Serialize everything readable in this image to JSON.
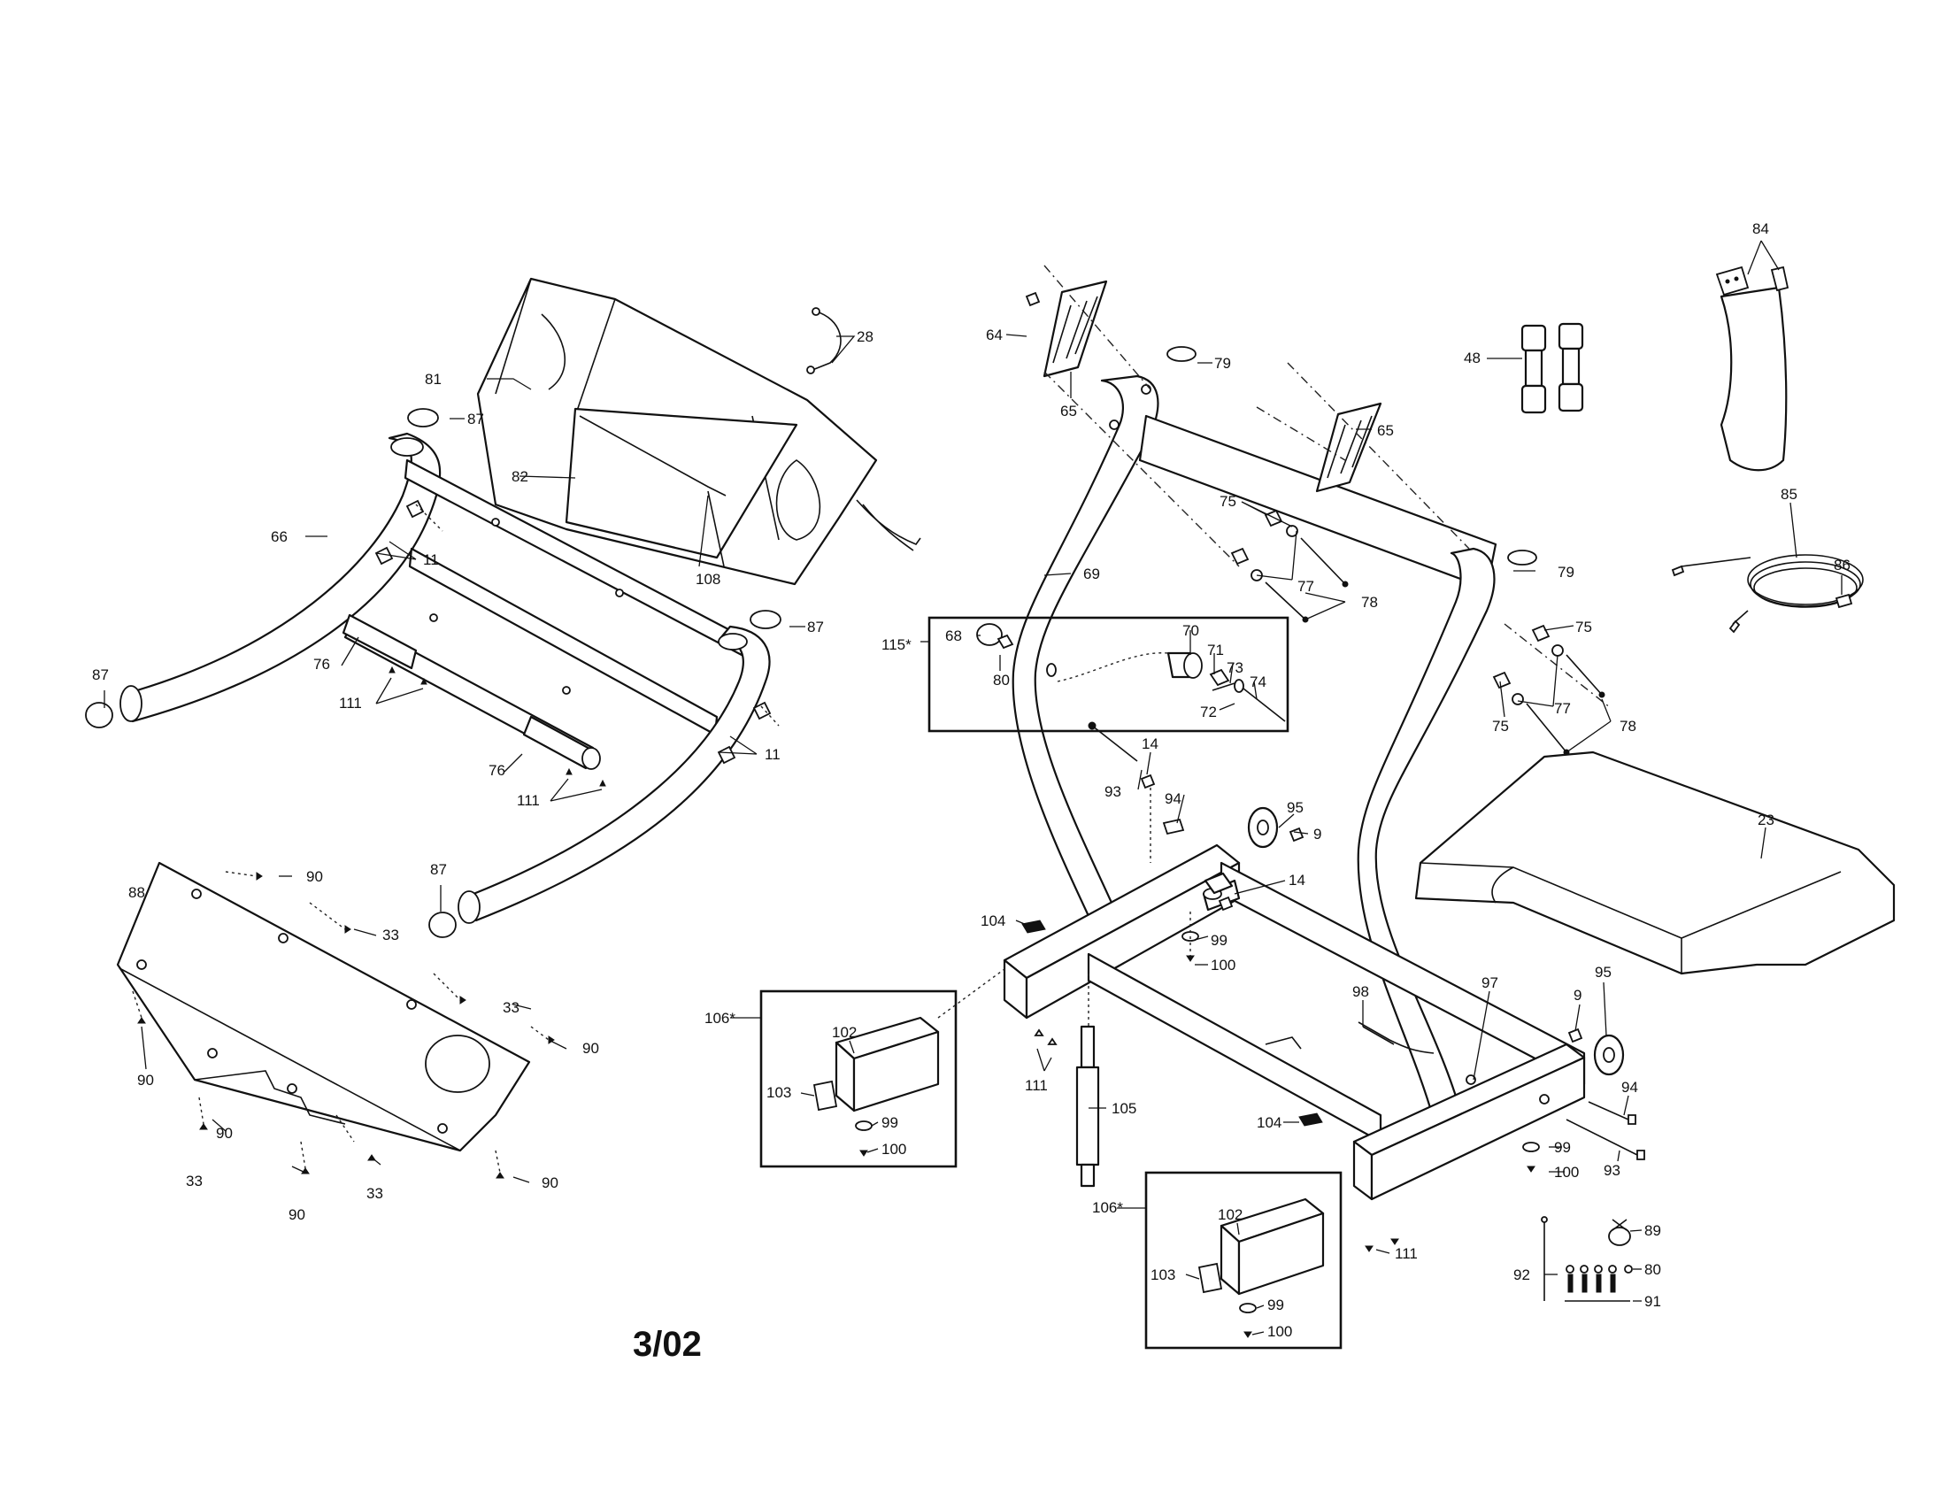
{
  "labels": {
    "l11a": "11",
    "l11b": "11",
    "l14a": "14",
    "l14b": "14",
    "l23": "23",
    "l28": "28",
    "l33a": "33",
    "l33b": "33",
    "l33c": "33",
    "l33d": "33",
    "l48": "48",
    "l64": "64",
    "l65a": "65",
    "l65b": "65",
    "l66": "66",
    "l68": "68",
    "l69": "69",
    "l70": "70",
    "l71": "71",
    "l72": "72",
    "l73": "73",
    "l74": "74",
    "l75a": "75",
    "l75b": "75",
    "l75c": "75",
    "l76a": "76",
    "l76b": "76",
    "l77a": "77",
    "l77b": "77",
    "l78a": "78",
    "l78b": "78",
    "l79a": "79",
    "l79b": "79",
    "l80a": "80",
    "l80b": "80",
    "l81": "81",
    "l82": "82",
    "l84": "84",
    "l85": "85",
    "l86": "86",
    "l87a": "87",
    "l87b": "87",
    "l87c": "87",
    "l87d": "87",
    "l88": "88",
    "l89": "89",
    "l90a": "90",
    "l90b": "90",
    "l90c": "90",
    "l90d": "90",
    "l90e": "90",
    "l90f": "90",
    "l91": "91",
    "l92": "92",
    "l93a": "93",
    "l93b": "93",
    "l94a": "94",
    "l94b": "94",
    "l95a": "95",
    "l95b": "95",
    "l9a": "9",
    "l9b": "9",
    "l97": "97",
    "l98": "98",
    "l99a": "99",
    "l99b": "99",
    "l99c": "99",
    "l99d": "99",
    "l100a": "100",
    "l100b": "100",
    "l100c": "100",
    "l100d": "100",
    "l102a": "102",
    "l102b": "102",
    "l103a": "103",
    "l103b": "103",
    "l104a": "104",
    "l104b": "104",
    "l105": "105",
    "l106a": "106*",
    "l106b": "106*",
    "l108": "108",
    "l111a": "111",
    "l111b": "111",
    "l111c": "111",
    "l111d": "111",
    "l115": "115*"
  },
  "date_stamp": "3/02"
}
